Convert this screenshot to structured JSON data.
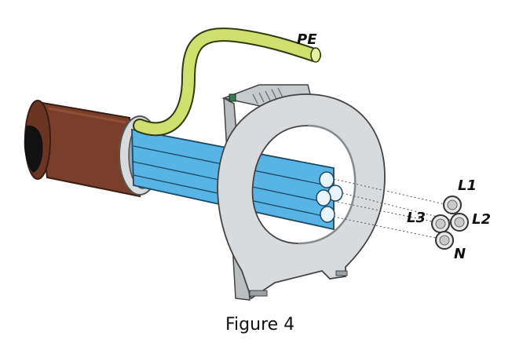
{
  "labels": {
    "pe": "PE",
    "l1": "L1",
    "l2": "L2",
    "l3": "L3",
    "n": "N"
  },
  "caption": "Figure 4",
  "colors": {
    "cable_sheath": "#7a3f2a",
    "conductor": "#59b4e6",
    "pe_wire": "#cfe06e",
    "sensor_body": "#d7dbdd"
  },
  "icons": {
    "cable": "multi-core-cable-icon",
    "sensor": "toroidal-current-sensor-icon"
  }
}
